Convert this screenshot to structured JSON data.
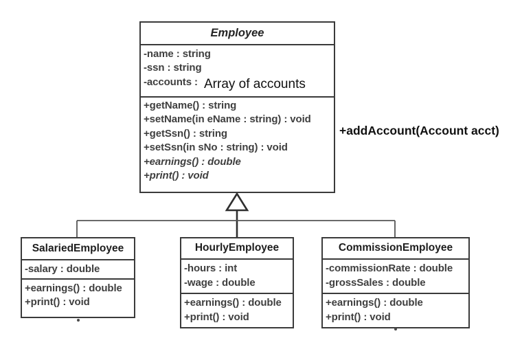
{
  "diagram": {
    "type": "uml-class-diagram",
    "title": "Employee class hierarchy",
    "relationship": "generalization",
    "line_color": "#3a3a3a",
    "text_color": "#3f3f3f",
    "annotation_color": "#111111",
    "background": "#ffffff"
  },
  "superclass": {
    "name": "Employee",
    "is_abstract": true,
    "attributes": [
      "-name : string",
      "-ssn : string",
      "-accounts :"
    ],
    "methods": [
      {
        "signature": "+getName() : string",
        "abstract": false
      },
      {
        "signature": "+setName(in eName : string) : void",
        "abstract": false
      },
      {
        "signature": "+getSsn() : string",
        "abstract": false
      },
      {
        "signature": "+setSsn(in sNo : string) : void",
        "abstract": false
      },
      {
        "signature": "+earnings() : double",
        "abstract": true
      },
      {
        "signature": "+print() : void",
        "abstract": true
      }
    ]
  },
  "annotations": [
    {
      "id": "accounts-value",
      "text": "Array of accounts"
    },
    {
      "id": "add-account",
      "text": "+addAccount(Account acct)"
    }
  ],
  "subclasses": [
    {
      "name": "SalariedEmployee",
      "is_abstract": false,
      "attributes": [
        "-salary : double"
      ],
      "methods": [
        "+earnings() : double",
        "+print() : void"
      ]
    },
    {
      "name": "HourlyEmployee",
      "is_abstract": false,
      "attributes": [
        "-hours : int",
        "-wage : double"
      ],
      "methods": [
        "+earnings() : double",
        "+print() : void"
      ]
    },
    {
      "name": "CommissionEmployee",
      "is_abstract": false,
      "attributes": [
        "-commissionRate : double",
        "-grossSales : double"
      ],
      "methods": [
        "+earnings() : double",
        "+print() : void"
      ]
    }
  ]
}
